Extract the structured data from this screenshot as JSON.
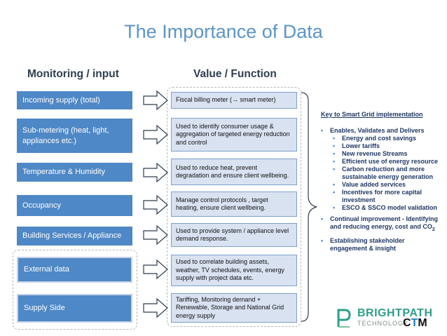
{
  "title": "The Importance of Data",
  "columns": {
    "left": "Monitoring / input",
    "right": "Value / Function"
  },
  "rows": [
    {
      "input": "Incoming supply (total)",
      "function": "Fiscal billing meter (→ smart meter)"
    },
    {
      "input": "Sub-metering (heat, light, appliances etc.)",
      "function": "Used to identify consumer usage & aggregation of targeted energy reduction and control"
    },
    {
      "input": "Temperature & Humidity",
      "function": "Used to reduce heat, prevent degradation and ensure client wellbeing."
    },
    {
      "input": "Occupancy",
      "function": "Manage control protocols , target heating, ensure client wellbeing."
    },
    {
      "input": "Building Services / Appliance",
      "function": "Used to provide system / appliance level demand response."
    },
    {
      "input": "External data",
      "function": "Used to correlate building assets, weather, TV schedules, events, energy supply with project data etc."
    },
    {
      "input": "Supply Side",
      "function": "Tariffing, Monitoring demand + Renewable, Storage and National Grid energy supply"
    }
  ],
  "key_panel": {
    "heading": "Key to Smart Grid implementation",
    "main_point": "Enables, Validates and Delivers",
    "sub_points": [
      "Energy and cost savings",
      "Lower tariffs",
      "New revenue Streams",
      "Efficient use of energy resource",
      "Carbon reduction and more sustainable energy generation",
      "Value added services",
      "Incentives for more capital investment",
      "ESCO & SSCO model validation"
    ],
    "continual": "Continual  improvement - Identifying and reducing energy, cost and CO",
    "co2_subscript": "2",
    "stakeholder": "Establishing stakeholder engagement & insight"
  },
  "logo": {
    "main": "BRIGHTPATH",
    "sub": "TECHNOLOGY",
    "partner_a": "C",
    "partner_b": "T",
    "partner_c": "M"
  },
  "colors": {
    "title": "#5b95c6",
    "input_box": "#4f88c6",
    "function_box": "#d9e2f1",
    "panel_text": "#1f3864"
  }
}
